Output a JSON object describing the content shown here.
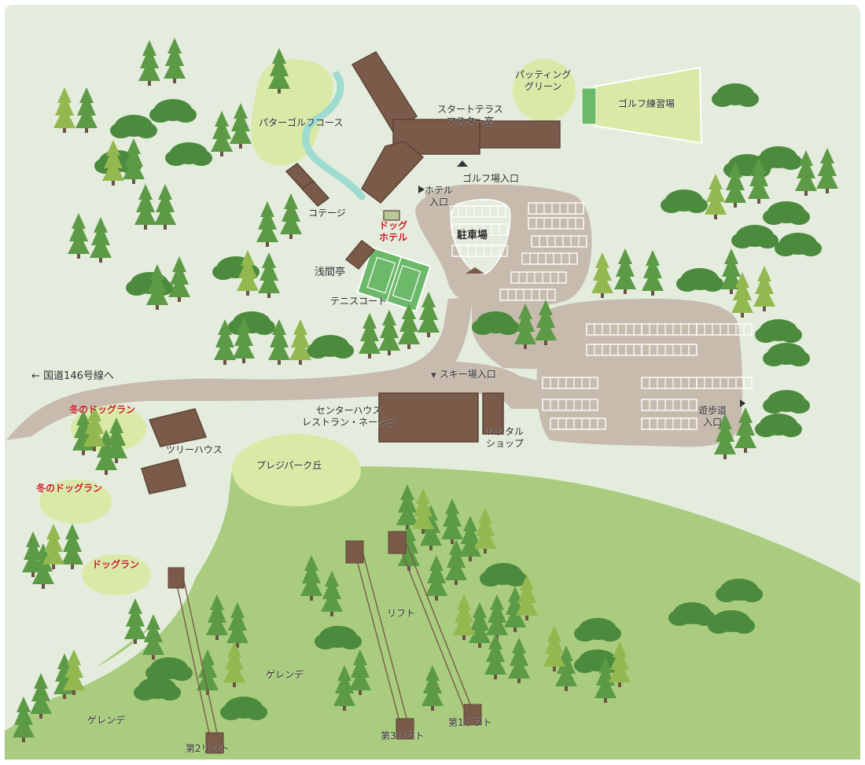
{
  "colors": {
    "background": "#e4ecdd",
    "frame": "#ffffff",
    "slope": "#a9cc7e",
    "meadow": "#d9e9a6",
    "road": "#c7bbae",
    "lot_line": "#ffffff",
    "building": "#7a5b4a",
    "building_dark": "#5e4336",
    "stream": "#9edbd0",
    "tennis": "#6cb96a",
    "tree_dark": "#4c8a3e",
    "tree_light": "#93b84f",
    "label_red": "#c8161d"
  },
  "labels": {
    "putter_golf": "パターゴルフコース",
    "putting_green": [
      "パッティング",
      "グリーン"
    ],
    "golf_range": "ゴルフ練習場",
    "start_terrace": [
      "スタートテラス",
      "マスター室"
    ],
    "golf_entrance": "ゴルフ場入口",
    "hotel_entrance": [
      "ホテル",
      "入口"
    ],
    "cottage": "コテージ",
    "dog_hotel": [
      "ドッグ",
      "ホテル"
    ],
    "parking": "駐車場",
    "asamatei": "浅間亭",
    "tennis_court": "テニスコート",
    "route146": "国道146号線へ",
    "ski_entrance": "スキー場入口",
    "center_house": [
      "センターハウス",
      "レストラン・ネージュ"
    ],
    "rental_shop": [
      "レンタル",
      "ショップ"
    ],
    "promenade_entrance": [
      "遊歩道",
      "入口"
    ],
    "winter_dogrun_1": "冬のドッグラン",
    "winter_dogrun_2": "冬のドッグラン",
    "dogrun": "ドッグラン",
    "treehouse": "ツリーハウス",
    "pleasure_park_hill": "プレジパーク丘",
    "lift": "リフト",
    "slope_1": "ゲレンデ",
    "slope_2": "ゲレンデ",
    "lift_1": "第1リフト",
    "lift_2": "第2リフト",
    "lift_3": "第3リフト"
  },
  "icons": {
    "entrance_marker": "triangle",
    "route_arrow": "left-arrow"
  }
}
